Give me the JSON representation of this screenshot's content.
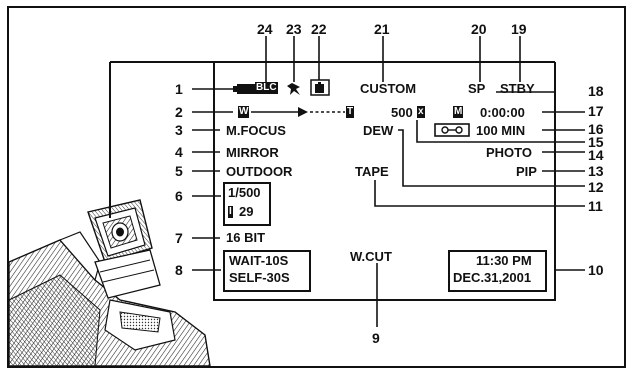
{
  "callouts": {
    "n1": "1",
    "n2": "2",
    "n3": "3",
    "n4": "4",
    "n5": "5",
    "n6": "6",
    "n7": "7",
    "n8": "8",
    "n9": "9",
    "n10": "10",
    "n11": "11",
    "n12": "12",
    "n13": "13",
    "n14": "14",
    "n15": "15",
    "n16": "16",
    "n17": "17",
    "n18": "18",
    "n19": "19",
    "n20": "20",
    "n21": "21",
    "n22": "22",
    "n23": "23",
    "n24": "24"
  },
  "osd": {
    "blc": "BLC",
    "custom": "CUSTOM",
    "sp": "SP",
    "stby": "STBY",
    "zoom_w": "W",
    "zoom_t": "T",
    "shutter_speed_value": "500",
    "shutter_mark": "x",
    "manual_mark": "M",
    "timecode": "0:00:00",
    "mfocus": "M.FOCUS",
    "dew": "DEW",
    "tape_remaining": "100 MIN",
    "mirror": "MIRROR",
    "photo": "PHOTO",
    "outdoor": "OUTDOOR",
    "tape": "TAPE",
    "pip": "PIP",
    "shutter": "1/500",
    "iris_mark": "I",
    "iris": "29",
    "audio": "16 BIT",
    "wait": "WAIT-10S",
    "self": "SELF-30S",
    "wcut": "W.CUT",
    "time": "11:30 PM",
    "date": "DEC.31,2001"
  },
  "icons": {
    "battery": "battery-icon",
    "flash": "digital-effect-icon",
    "hand": "steady-shot-icon",
    "cassette": "cassette-icon"
  }
}
